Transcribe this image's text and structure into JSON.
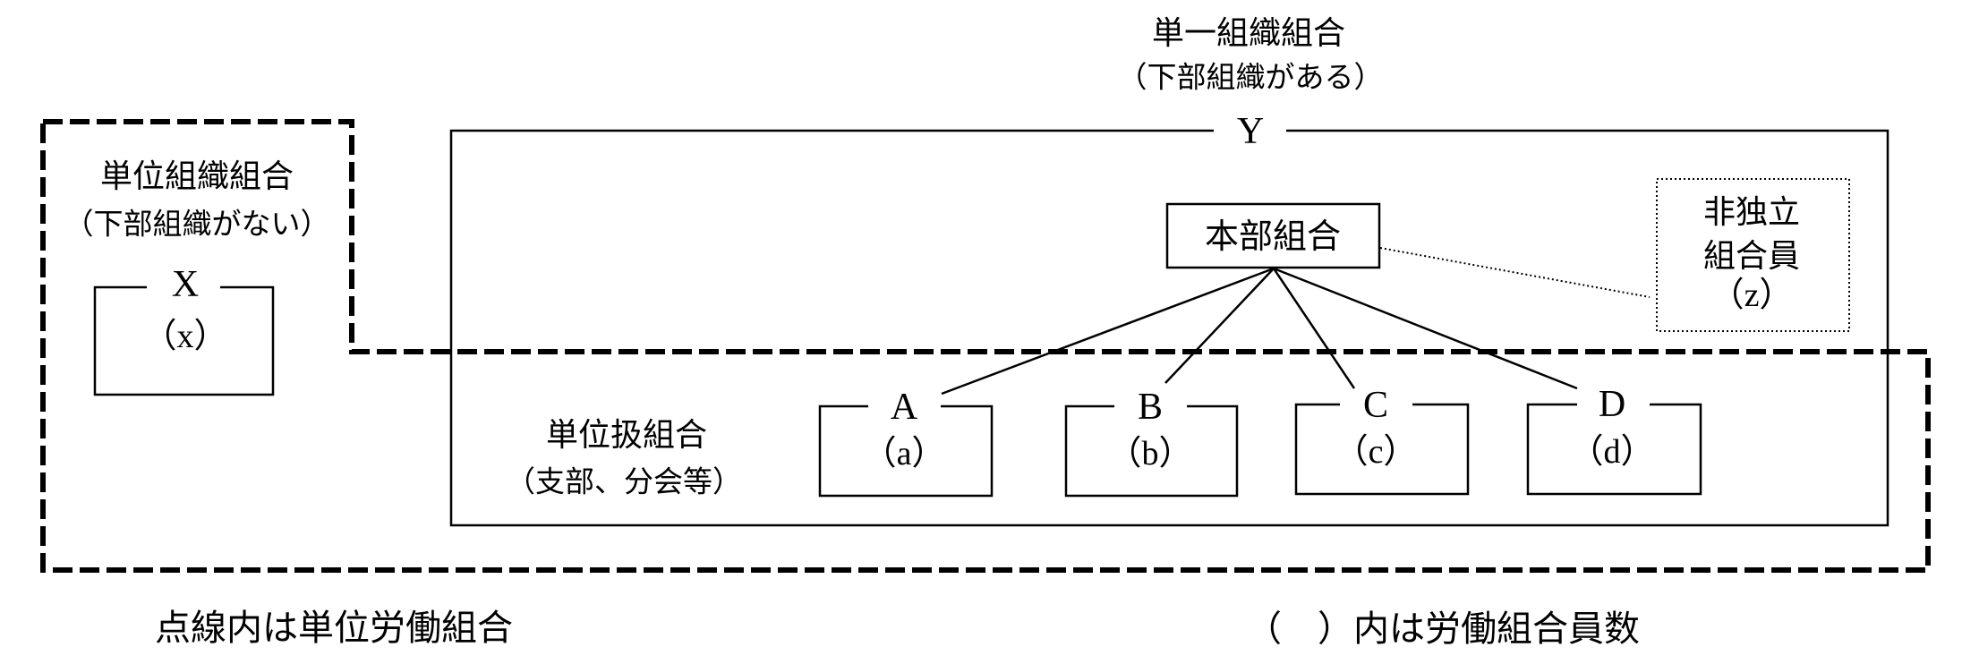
{
  "colors": {
    "line": "#000000",
    "background": "#ffffff"
  },
  "single_org_union": {
    "title": "単一組織組合",
    "subtitle": "（下部組織がある）",
    "code": "Y",
    "headquarters": "本部組合",
    "non_independent": {
      "line1": "非独立",
      "line2": "組合員",
      "count": "（z）"
    },
    "sub_unit_label": "単位扱組合",
    "sub_unit_sublabel": "（支部、分会等）",
    "branches": [
      {
        "code": "A",
        "count": "（a）"
      },
      {
        "code": "B",
        "count": "（b）"
      },
      {
        "code": "C",
        "count": "（c）"
      },
      {
        "code": "D",
        "count": "（d）"
      }
    ]
  },
  "unit_org_union": {
    "title": "単位組織組合",
    "subtitle": "（下部組織がない）",
    "code": "X",
    "count": "（x）"
  },
  "legend": {
    "dashed_note": "点線内は単位労働組合",
    "paren_note": "（　）内は労働組合員数"
  }
}
